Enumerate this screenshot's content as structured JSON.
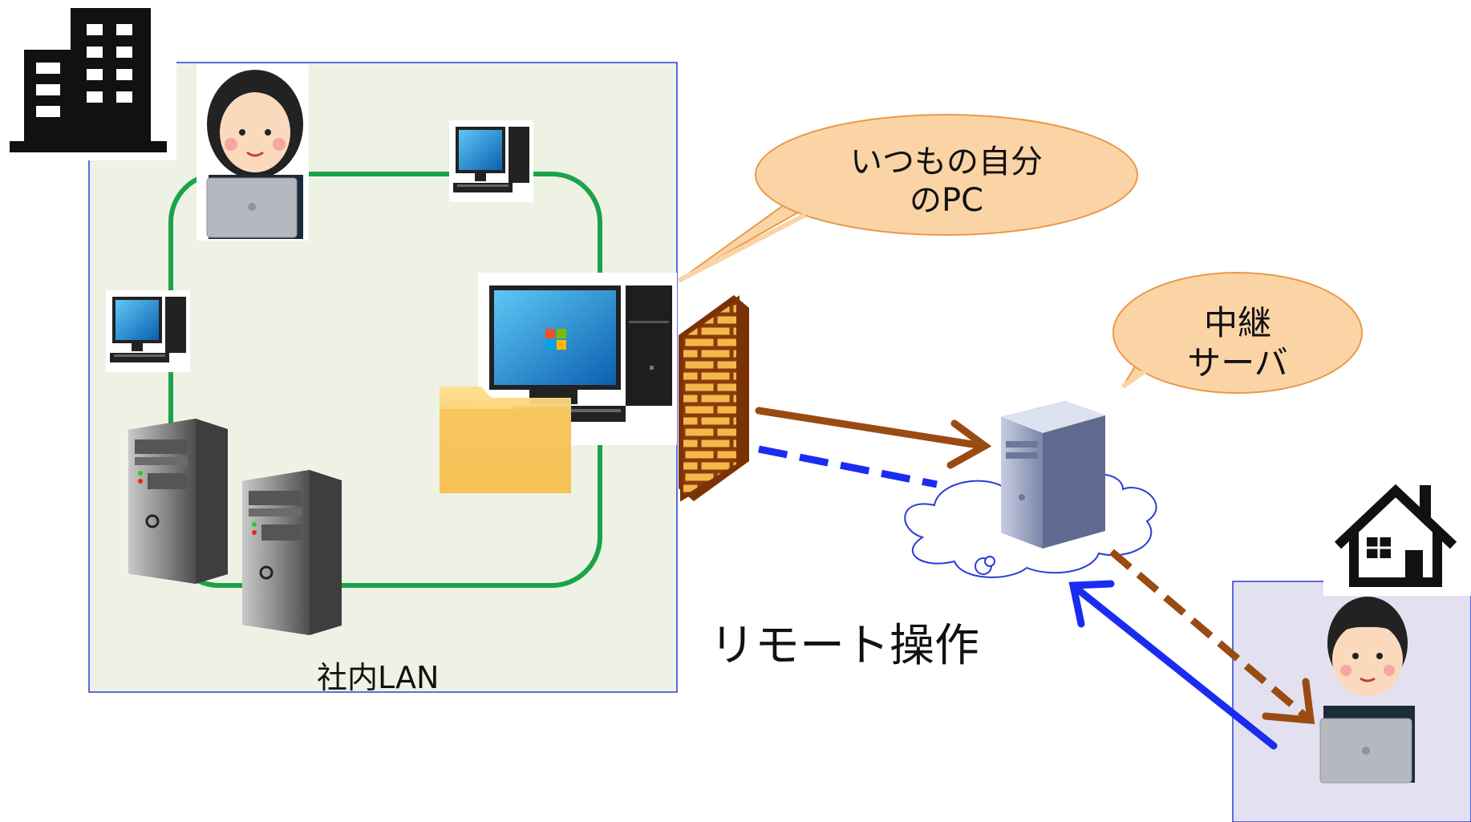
{
  "lan": {
    "label": "社内LAN"
  },
  "callouts": {
    "own_pc": {
      "line1": "いつもの自分",
      "line2": "のPC"
    },
    "relay": {
      "line1": "中継",
      "line2": "サーバ"
    }
  },
  "remote_operation": {
    "label": "リモート操作"
  },
  "colors": {
    "lan_fill": "#eef2e4",
    "lan_border": "#2a3cd6",
    "ring": "#1aa34a",
    "bubble_fill": "#fbd4a6",
    "bubble_stroke": "#e89a4a",
    "arrow_brown": "#9a4b12",
    "arrow_blue": "#1a2cf0",
    "home_fill": "#e3e0f0"
  },
  "icons": [
    "office-building-icon",
    "house-icon",
    "user-female-laptop-icon",
    "user-male-laptop-icon",
    "desktop-pc-icon",
    "server-tower-icon",
    "folder-icon",
    "firewall-icon",
    "cloud-icon",
    "relay-server-icon"
  ]
}
